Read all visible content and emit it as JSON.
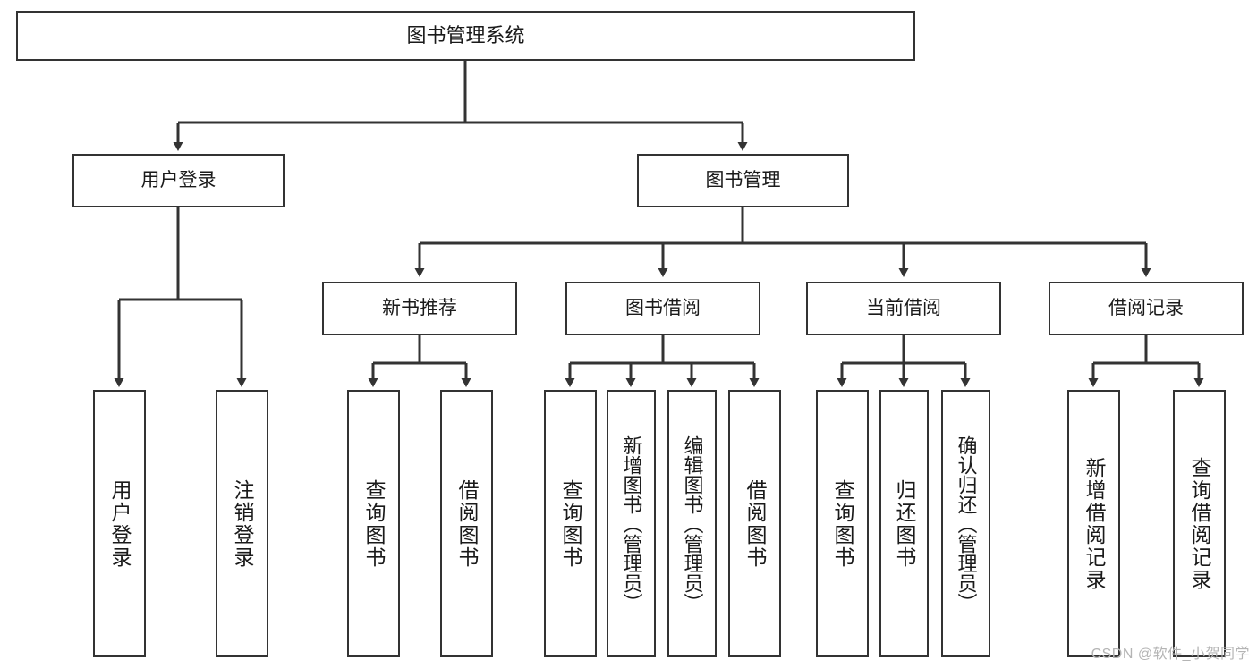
{
  "diagram": {
    "type": "tree",
    "title": "图书管理系统",
    "line_color": "#333333",
    "box_fill": "#ffffff",
    "background": "#ffffff",
    "watermark": "CSDN @软件_小贺同学",
    "nodes": {
      "root": {
        "label": "图书管理系统"
      },
      "tier2": [
        {
          "label": "用户登录"
        },
        {
          "label": "图书管理"
        }
      ],
      "tier3": [
        {
          "label": "新书推荐"
        },
        {
          "label": "图书借阅"
        },
        {
          "label": "当前借阅"
        },
        {
          "label": "借阅记录"
        }
      ],
      "leaves_user_login": [
        {
          "label": "用户登录"
        },
        {
          "label": "注销登录"
        }
      ],
      "leaves_new_books": [
        {
          "label": "查询图书"
        },
        {
          "label": "借阅图书"
        }
      ],
      "leaves_borrow": [
        {
          "label": "查询图书"
        },
        {
          "label": "新增图书（管理员）"
        },
        {
          "label": "编辑图书（管理员）"
        },
        {
          "label": "借阅图书"
        }
      ],
      "leaves_current": [
        {
          "label": "查询图书"
        },
        {
          "label": "归还图书"
        },
        {
          "label": "确认归还（管理员）"
        }
      ],
      "leaves_records": [
        {
          "label": "新增借阅记录"
        },
        {
          "label": "查询借阅记录"
        }
      ]
    }
  }
}
